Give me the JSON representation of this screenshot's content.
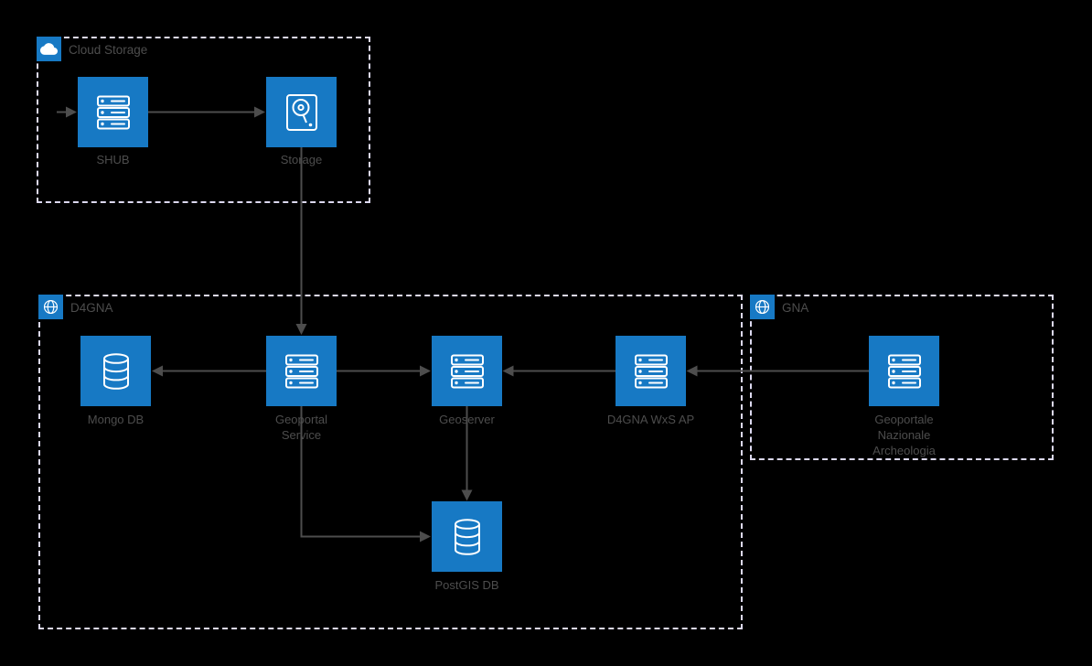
{
  "diagram": {
    "colors": {
      "background": "#000000",
      "node_fill": "#1779C4",
      "icon": "#FFFFFF",
      "group_border": "#DCD9F0",
      "edge": "#4D4D4D",
      "text": "#4D4D4D"
    },
    "groups": {
      "cloud_storage": {
        "label": "Cloud Storage",
        "icon": "cloud-icon"
      },
      "d4gna": {
        "label": "D4GNA",
        "icon": "globe-icon"
      },
      "gna": {
        "label": "GNA",
        "icon": "globe-icon"
      }
    },
    "nodes": {
      "shub": {
        "label": "SHUB",
        "icon": "server-icon",
        "group": "cloud_storage"
      },
      "storage": {
        "label": "Storage",
        "icon": "disk-search-icon",
        "group": "cloud_storage"
      },
      "mongo_db": {
        "label": "Mongo DB",
        "icon": "database-icon",
        "group": "d4gna"
      },
      "geoportal_service": {
        "label": "Geoportal Service",
        "icon": "server-icon",
        "group": "d4gna"
      },
      "geoserver": {
        "label": "Geoserver",
        "icon": "server-icon",
        "group": "d4gna"
      },
      "d4gna_wxs_ap": {
        "label": "D4GNA WxS AP",
        "icon": "server-icon",
        "group": "d4gna"
      },
      "geoportale_nazionale_archeologia": {
        "label": "Geoportale Nazionale Archeologia",
        "icon": "server-icon",
        "group": "gna"
      },
      "postgis_db": {
        "label": "PostGIS DB",
        "icon": "database-icon",
        "group": "d4gna"
      }
    },
    "edges": [
      {
        "from": "external",
        "to": "shub"
      },
      {
        "from": "shub",
        "to": "storage"
      },
      {
        "from": "storage",
        "to": "geoportal_service"
      },
      {
        "from": "geoportal_service",
        "to": "mongo_db"
      },
      {
        "from": "geoportal_service",
        "to": "geoserver"
      },
      {
        "from": "d4gna_wxs_ap",
        "to": "geoserver"
      },
      {
        "from": "geoportale_nazionale_archeologia",
        "to": "d4gna_wxs_ap"
      },
      {
        "from": "geoserver",
        "to": "postgis_db"
      },
      {
        "from": "geoportal_service",
        "to": "postgis_db"
      }
    ]
  }
}
